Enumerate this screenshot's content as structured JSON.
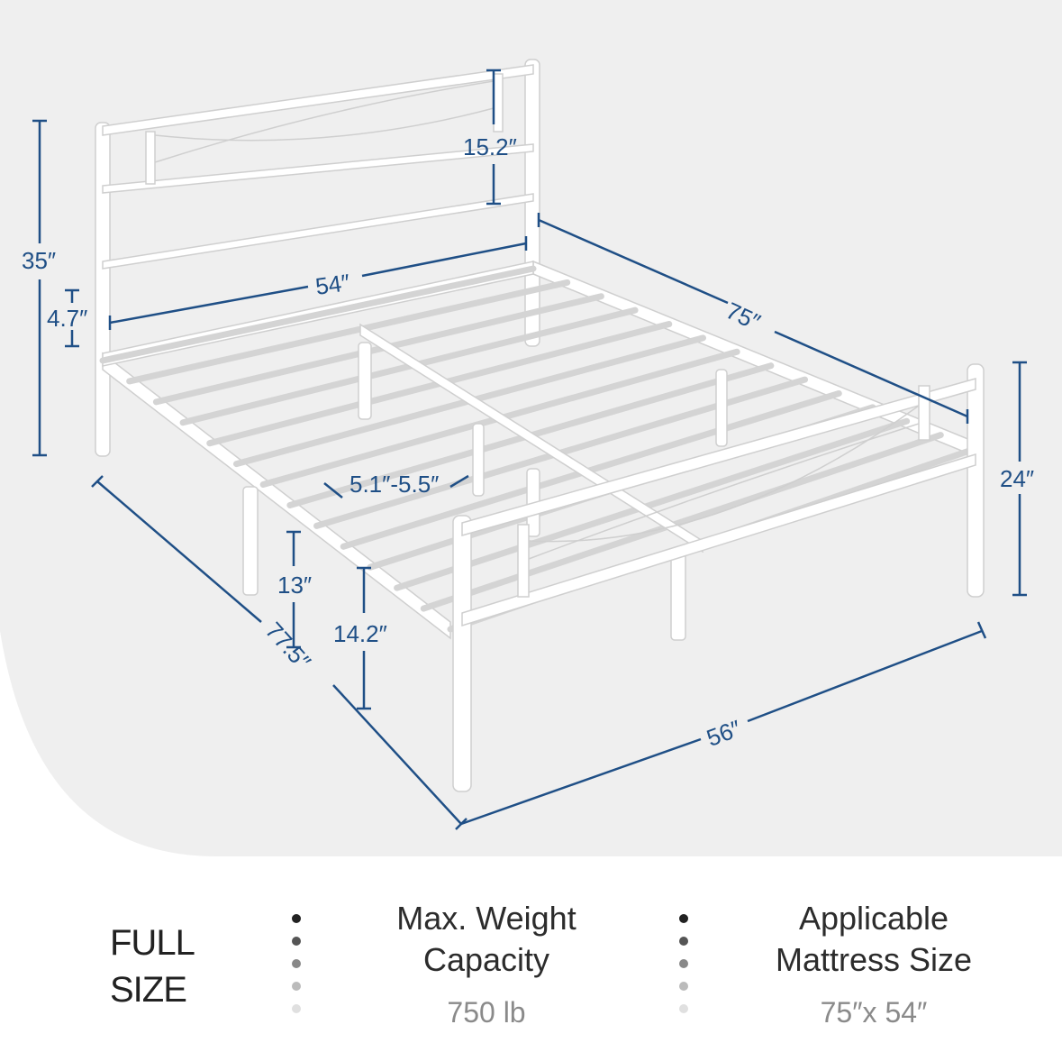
{
  "dimensions": {
    "headboard_height": "35″",
    "headboard_panel": "15.2″",
    "headboard_gap": "4.7″",
    "inner_width": "54″",
    "inner_length": "75″",
    "footboard_height": "24″",
    "slat_spacing": "5.1″-5.5″",
    "under_clearance": "13″",
    "frame_height": "14.2″",
    "outer_length": "77.5″",
    "outer_width": "56″"
  },
  "size": {
    "line1": "FULL",
    "line2": "SIZE"
  },
  "specs": [
    {
      "title_line1": "Max. Weight",
      "title_line2": "Capacity",
      "value": "750 lb"
    },
    {
      "title_line1": "Applicable",
      "title_line2": "Mattress Size",
      "value": "75″x 54″"
    }
  ],
  "colors": {
    "dimension_line": "#1f4f86",
    "backdrop": "#efefef",
    "frame": "#ffffff"
  }
}
